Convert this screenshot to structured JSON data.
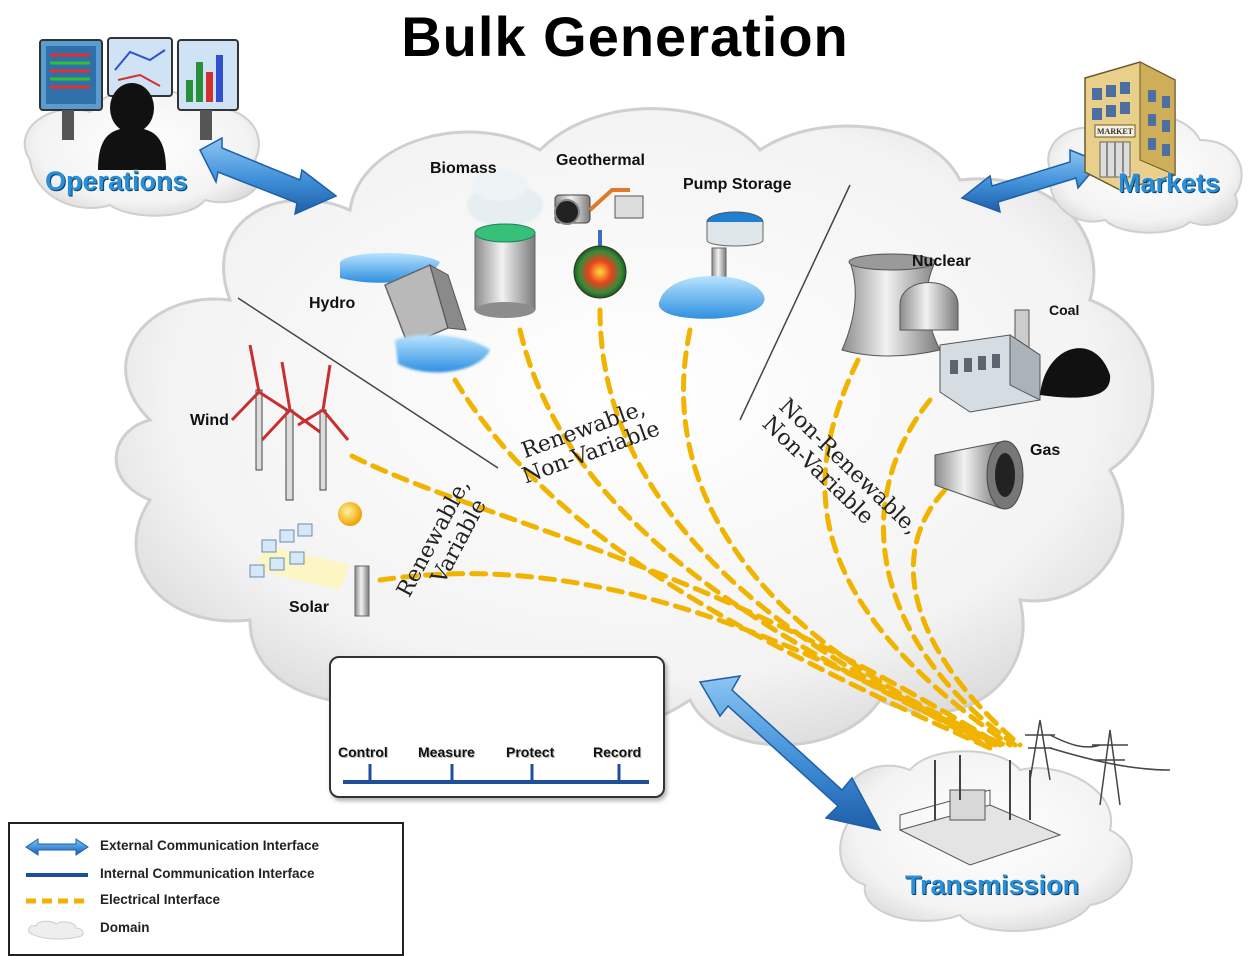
{
  "title": "Bulk Generation",
  "domains": {
    "operations": "Operations",
    "markets": "Markets",
    "transmission": "Transmission"
  },
  "sources": {
    "biomass": "Biomass",
    "geothermal": "Geothermal",
    "pump_storage": "Pump Storage",
    "hydro": "Hydro",
    "nuclear": "Nuclear",
    "coal": "Coal",
    "wind": "Wind",
    "gas": "Gas",
    "solar": "Solar",
    "market_sign": "MARKET"
  },
  "categories": {
    "renewable_variable": [
      "Renewable,",
      "Variable"
    ],
    "renewable_nonvariable": [
      "Renewable,",
      "Non-Variable"
    ],
    "nonrenewable_nonvariable": [
      "Non-Renewable,",
      "Non-Variable"
    ]
  },
  "devices": {
    "control": "Control",
    "measure": "Measure",
    "protect": "Protect",
    "record": "Record"
  },
  "legend": {
    "external": "External Communication Interface",
    "internal": "Internal Communication Interface",
    "electrical": "Electrical Interface",
    "domain": "Domain"
  },
  "colors": {
    "domain_label": "#2a8fd6",
    "arrow_blue": "#3f8fd8",
    "electrical": "#f0b400",
    "cloud": "#f4f4f4"
  }
}
